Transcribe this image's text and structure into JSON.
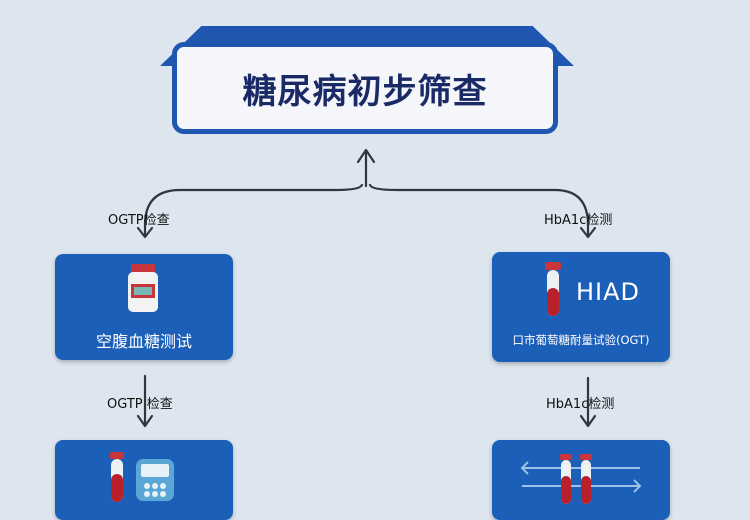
{
  "title": "糖尿病初步筛查",
  "left_branch": {
    "edge_label_1": "OGTP检查",
    "card_1_label": "空腹血糖测试",
    "edge_label_2": "OGTP 检查"
  },
  "right_branch": {
    "edge_label_1": "HbA1c检测",
    "card_1_badge": "HIAD",
    "card_1_label": "口市葡萄糖耐量试验(OGT)",
    "edge_label_2": "HbA1c检测"
  },
  "colors": {
    "background": "#dde5ee",
    "primary_blue": "#1c5fb8",
    "title_text": "#1a2a66"
  },
  "icons": [
    "pill-bottle-icon",
    "blood-tube-icon",
    "glucose-meter-icon",
    "blood-tubes-rack-icon"
  ]
}
